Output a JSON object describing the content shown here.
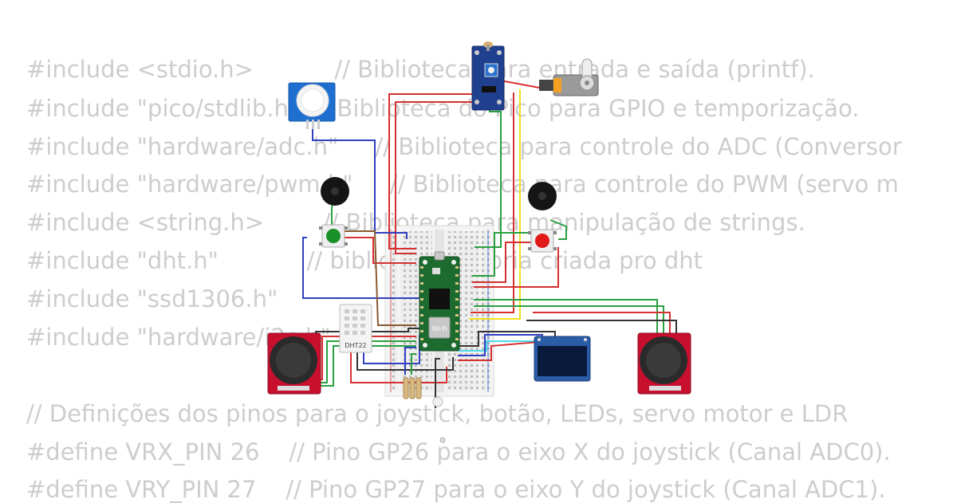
{
  "code_lines": [
    "#include <stdio.h>           // Biblioteca para entrada e saída (printf).",
    "#include \"pico/stdlib.h\"  // Biblioteca do Pico para GPIO e temporização.",
    "#include \"hardware/adc.h\"     // Biblioteca para controle do ADC (Conversor",
    "#include \"hardware/pwm.h\"     // Biblioteca para controle do PWM (servo m",
    "#include <string.h>        // Biblioteca para manipulação de strings.",
    "#include \"dht.h\"            // biblioteca própria criada pro dht",
    "#include \"ssd1306.h\"",
    "#include \"hardware/i2c.h\"",
    "",
    "// Definições dos pinos para o joystick, botão, LEDs, servo motor e LDR",
    "#define VRX_PIN 26    // Pino GP26 para o eixo X do joystick (Canal ADC0).",
    "#define VRY_PIN 27    // Pino GP27 para o eixo Y do joystick (Canal ADC1)."
  ],
  "components": {
    "pico_label": "Wi-Fi",
    "dht_label": "DHT22",
    "button_left_color": "#1a8f2a",
    "button_right_color": "#e01818",
    "board_color": "#1d6b2e",
    "joystick_pcb_color": "#c8102e",
    "ldr_pcb_color": "#1f3f8f",
    "oled_screen_color": "#0a1a3a"
  }
}
